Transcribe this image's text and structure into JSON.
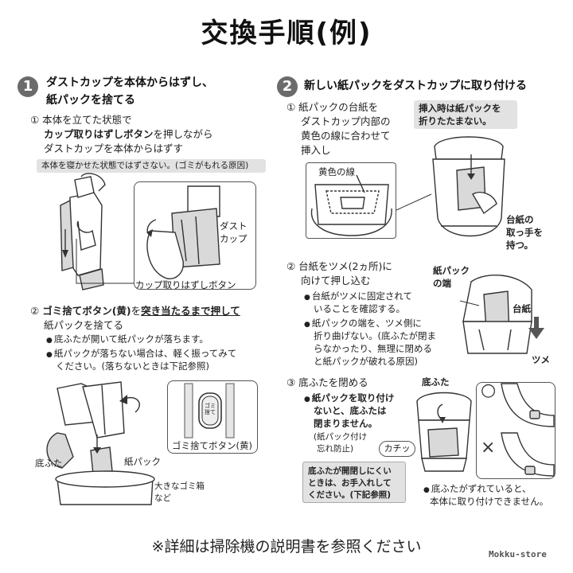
{
  "title": "交換手順(例)",
  "footer": "※詳細は掃除機の説明書を参照ください",
  "brand": "Mokku-store",
  "step1": {
    "num": "1",
    "title_line1": "ダストカップを本体からはずし、",
    "title_line2": "紙パックを捨てる",
    "sub1": {
      "label": "① 本体を立てた状態で",
      "line2_bold": "カップ取りはずしボタン",
      "line2_rest": "を押しながら",
      "line3": "ダストカップを本体からはずす",
      "note": "本体を寝かせた状態ではずさない。(ゴミがもれる原因)",
      "callout_dust_cup_1": "ダスト",
      "callout_dust_cup_2": "カップ",
      "callout_button": "カップ取りはずしボタン"
    },
    "sub2": {
      "label_prefix": "② ",
      "label_bold": "ゴミ捨てボタン(黄)",
      "label_mid": "を",
      "label_underlined": "突き当たるまで押して",
      "line2": "紙パックを捨てる",
      "bullet1": "底ふたが開いて紙パックが落ちます。",
      "bullet2_l1": "紙パックが落ちない場合は、軽く振ってみて",
      "bullet2_l2": "ください。(落ちないときは下記参照)",
      "inset_button_text": "ゴミ捨て",
      "inset_caption": "ゴミ捨てボタン(黄)",
      "callout_bottom_lid": "底ふた",
      "callout_paper_pack": "紙パック",
      "callout_trash_1": "大きなゴミ箱",
      "callout_trash_2": "など"
    }
  },
  "step2": {
    "num": "2",
    "title": "新しい紙パックをダストカップに取り付ける",
    "sub1": {
      "l1": "① 紙パックの台紙を",
      "l2": "ダストカップ内部の",
      "l3": "黄色の線に合わせて",
      "l4": "挿入し",
      "note_l1": "挿入時は紙パックを",
      "note_l2": "折りたたまない。",
      "yellow_line": "黄色の線",
      "hold_l1": "台紙の",
      "hold_l2": "取っ手を",
      "hold_l3": "持つ。"
    },
    "sub2": {
      "l1": "② 台紙をツメ(2ヵ所)に",
      "l2": "向けて押し込む",
      "b1_l1": "台紙がツメに固定されて",
      "b1_l2": "いることを確認する。",
      "b2_l1": "紙パックの端を、ツメ側に",
      "b2_l2": "折り曲げない。(底ふたが閉ま",
      "b2_l3": "らなかったり、無理に閉める",
      "b2_l4": "と紙パックが破れる原因)",
      "callout_edge_1": "紙パック",
      "callout_edge_2": "の端",
      "callout_board": "台紙",
      "callout_claw": "ツメ"
    },
    "sub3": {
      "l1": "③ 底ふたを閉める",
      "b1_l1": "紙パックを取り付け",
      "b1_l2": "ないと、底ふたは",
      "b1_l3": "閉まりません。",
      "b1_l4": "(紙パック付け",
      "b1_l5": "忘れ防止)",
      "callout_lid": "底ふた",
      "click": "カチッ",
      "warn_l1": "底ふたが開閉しにくい",
      "warn_l2": "ときは、お手入れして",
      "warn_l3": "ください。(下記参照)",
      "ok_mark": "○",
      "ng_mark": "×",
      "ng_note_l1": "底ふたがずれていると、",
      "ng_note_l2": "本体に取り付けできません。"
    }
  }
}
